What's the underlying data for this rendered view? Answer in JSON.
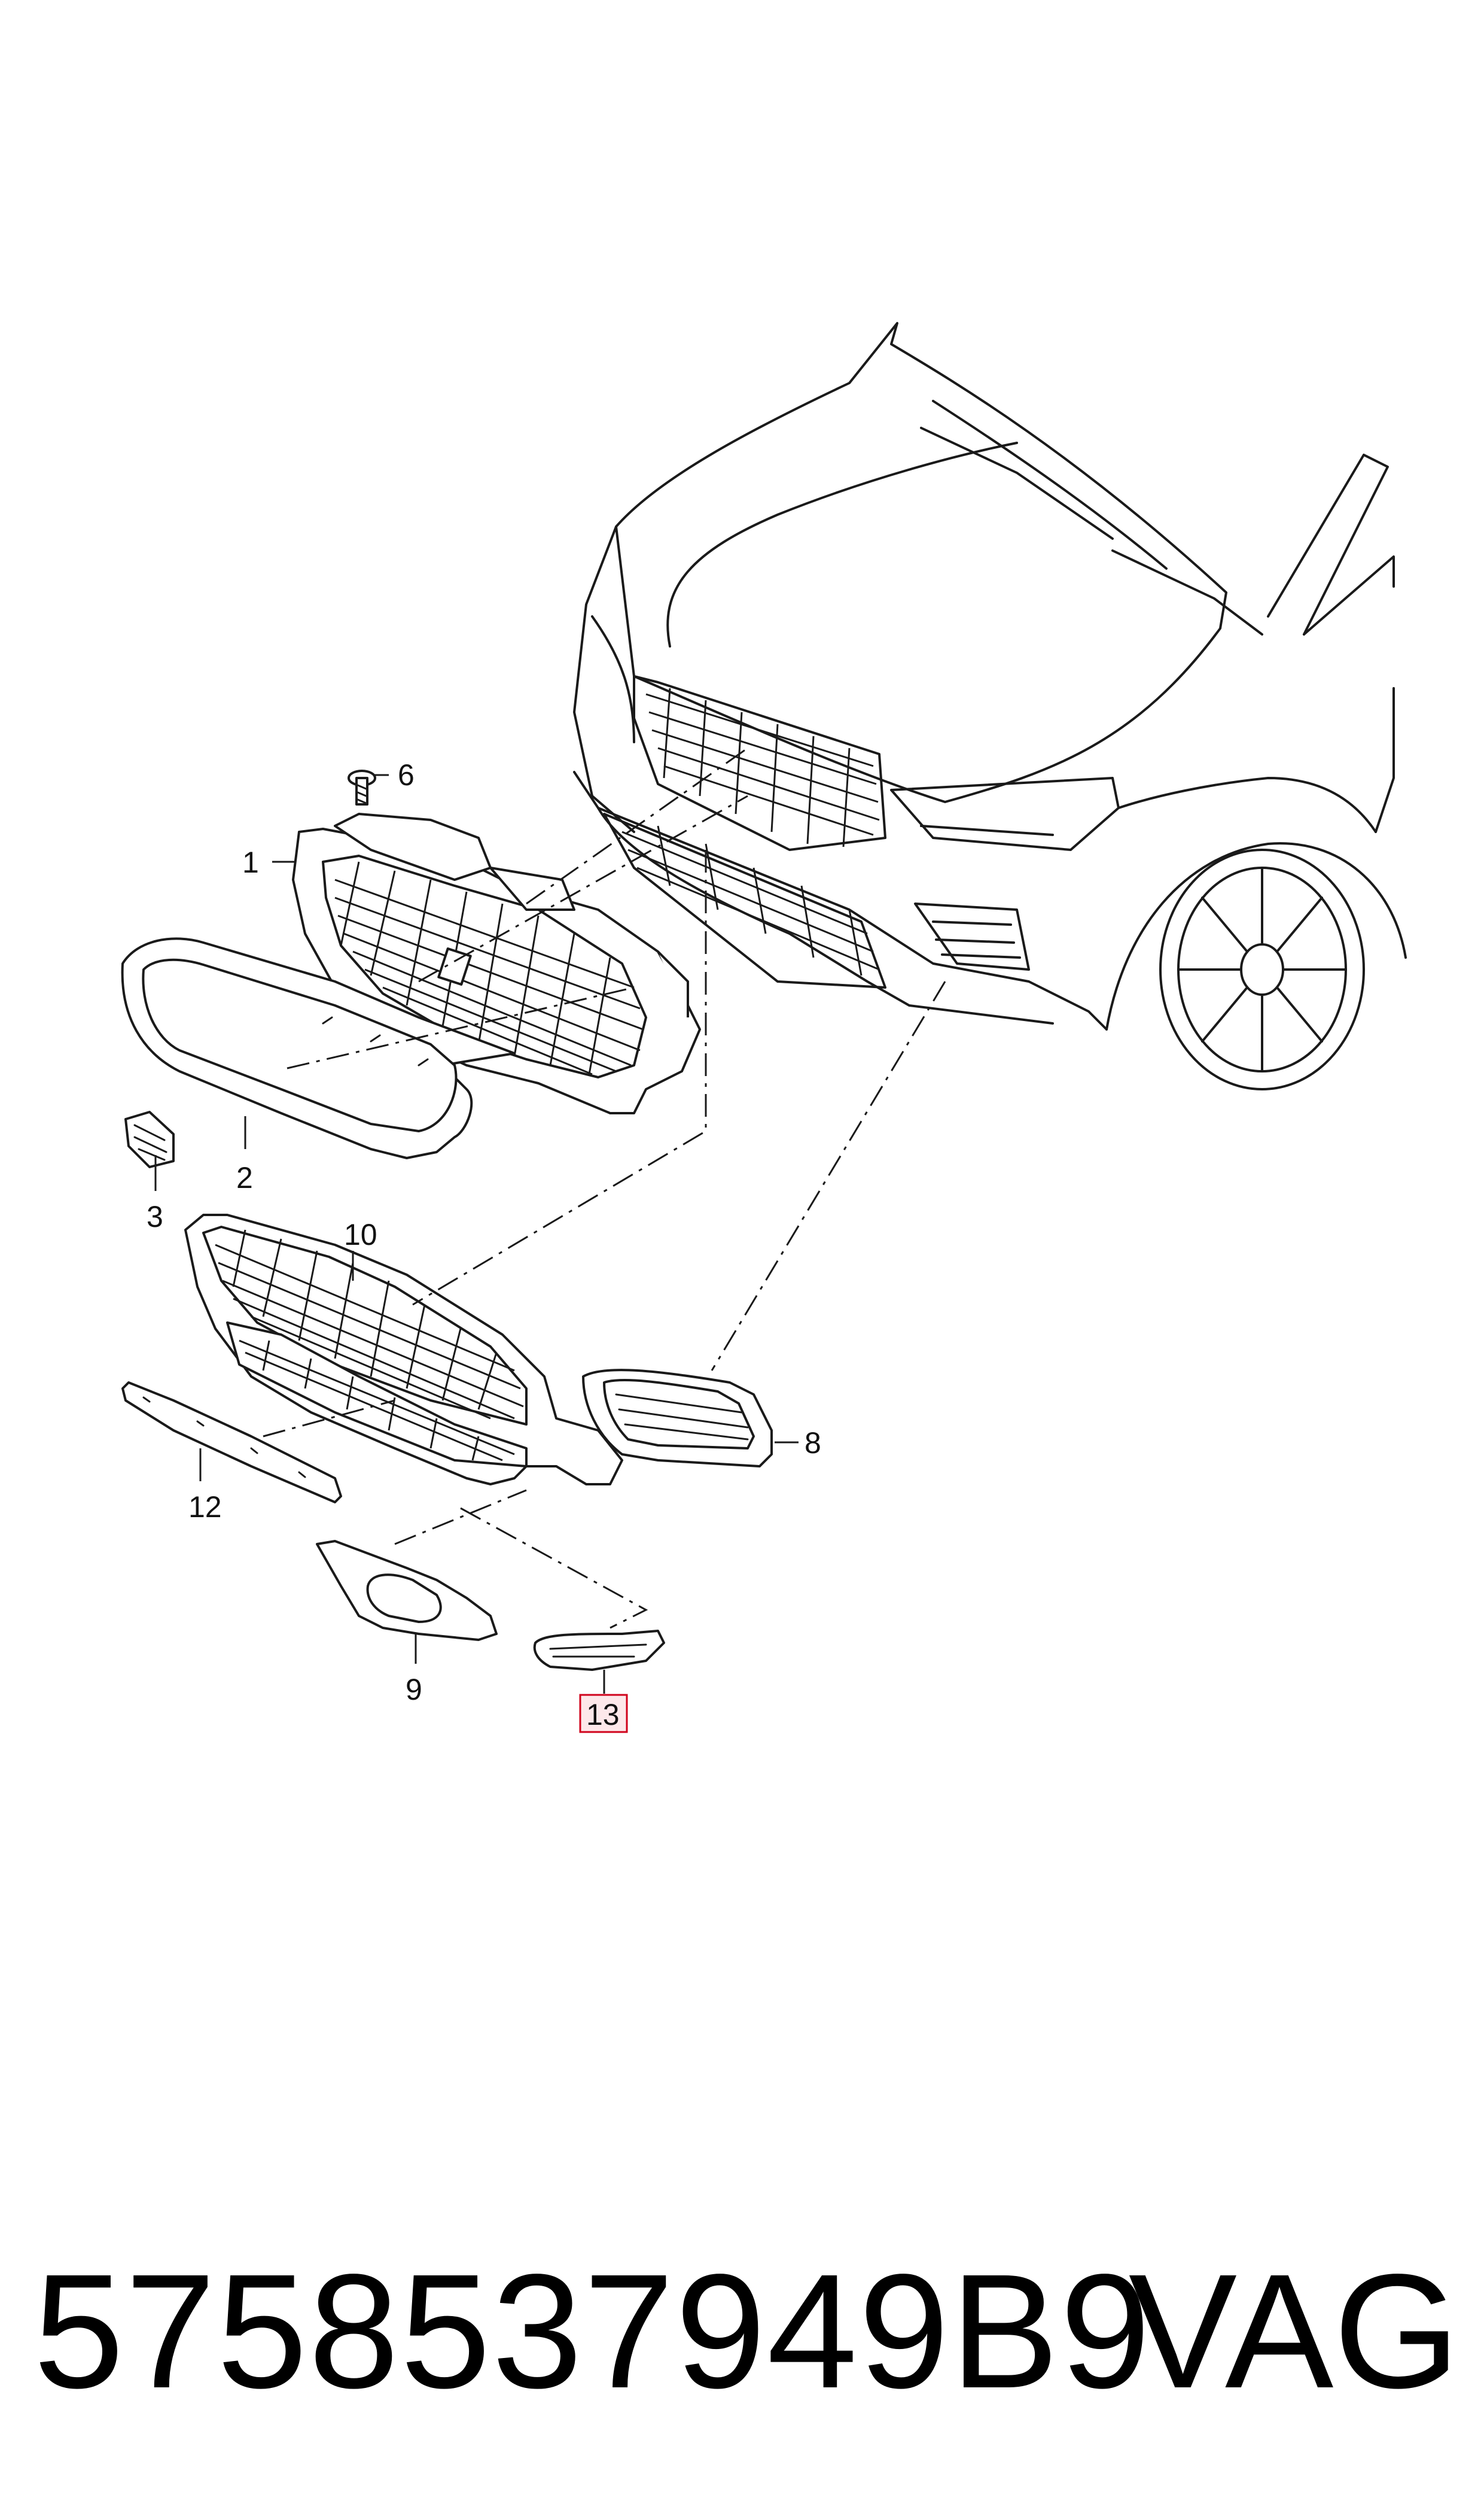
{
  "diagram": {
    "callouts": [
      {
        "id": "1",
        "label": "1"
      },
      {
        "id": "2",
        "label": "2"
      },
      {
        "id": "3",
        "label": "3"
      },
      {
        "id": "6",
        "label": "6"
      },
      {
        "id": "8",
        "label": "8"
      },
      {
        "id": "9",
        "label": "9"
      },
      {
        "id": "10",
        "label": "10"
      },
      {
        "id": "12",
        "label": "12"
      },
      {
        "id": "13",
        "label": "13",
        "highlighted": true
      }
    ],
    "highlight_color": "#d0021b"
  },
  "footer": {
    "part_number": "5758537949B9",
    "brand": "VAG"
  }
}
